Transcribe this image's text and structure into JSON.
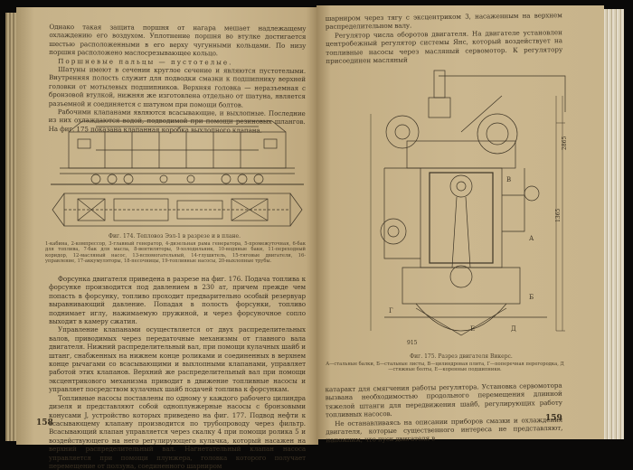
{
  "left_page": {
    "paragraphs_top": [
      "Однако такая защита поршня от нагара мешает надлежащему охлаждению его воздухом. Уплотнение поршня во втулке достигается шестью расположенными в его верху чугунными кольцами. По низу поршня расположено маслосрезывающее кольцо.",
      "Поршневые пальцы — пустотелые.",
      "Шатуны имеют в сечении круглое сечение и являются пустотелыми. Внутренняя полость служит для подводки смазки к подшипнику верхней головки от мотылевых подшипников. Верхняя головка — неразъемная с бронзовой втулкой, нижняя же изготовлена отдельно от шатуна, является разъемной и соединяется с шатуном при помощи болтов.",
      "Рабочими клапанами являются всасывающие, и выхлопные. Последние из них охлаждаются водой, подводимой при помощи резиновых шлангов. На фиг. 175 показана клапанная коробка выхлопного клапана."
    ],
    "figure_caption": "Фиг. 174. Тепловоз Ээл-1 в разрезе и в плане.",
    "figure_legend": "1-кабина, 2-компрессор, 3-главный генератор, 4-дизельная рама генератора, 5-промежуточная, 6-бак для топлива, 7-бак для масла, 8-вентиляторы, 9-холодильник, 10-водяные баки, 11-переходный коридор, 12-масляный насос, 13-вспомогательный, 14-глушитель, 15-тяговые двигатели, 16-управление, 17-аккумуляторы, 18-песочницы, 19-топливные насосы, 20-выхлопные трубы.",
    "paragraphs_bottom": [
      "Форсунка двигателя приведена в разрезе на фиг. 176. Подача топлива к форсунке производится под давлением в 230 ат, причем прежде чем попасть в форсунку, топливо проходит предварительно особый резервуар выравнивающий давление. Попадая в полость форсунки, топливо поднимает иглу, нажимаемую пружиной, и через форсуночное сопло выходит в камеру сжатия.",
      "Управление клапанами осуществляется от двух распределительных валов, приводимых через передаточные механизмы от главного вала двигателя. Нижний распределительный вал, при помощи кулачных шайб и штанг, снабженных на нижнем конце роликами и соединенных в верхнем конце рычагами со всасывающими и выхлопными клапанами, управляет работой этих клапанов. Верхний же распределительный вал при помощи эксцентрикового механизма приводит в движение топливные насосы и управляет посредством кулачных шайб подачей топлива к форсункам.",
      "Топливные насосы поставлены по одному у каждого рабочего цилиндра дизеля и представляют собой одноплунжерные насосы с бронзовыми конусами J, устройство которых приведено на фиг. 177. Подвод нефти к всасывающему клапану производится по трубопроводу через фильтр. Всасывающий клапан управляется через скалку 4 при помощи ролика 5 и воздействующего на него регулирующего кулачка, который насажен на верхний распределительный вал. Нагнетательный клапан насоса управляется при помощи плунжера, головка которого получает перемещение от ползуна, соединенного шарниром"
    ],
    "page_number": "158"
  },
  "right_page": {
    "paragraphs_top": [
      "шарниром через тягу с эксцентриком 3, насаженным на верхнем распределительном валу.",
      "Регулятор числа оборотов двигателя. На двигателе установлен центробежный регулятор системы Янс, который воздействует на топливные насосы через масляный сервомотор. К регулятору присоединен масляный"
    ],
    "figure_caption": "Фиг. 175. Разрез двигателя Викерс.",
    "figure_legend": "А—стальные балки, Б—стальные листы, В—цилиндровая плита, Г—поперечная перегородка, Д—стяжные болты, Е—коренные подшипники.",
    "figure_labels": [
      "А",
      "Б",
      "В",
      "Г",
      "Д",
      "Е",
      "1365",
      "2865",
      "915"
    ],
    "paragraphs_bottom": [
      "катаракт для смягчения работы регулятора. Установка сервомотора вызвана необходимостью продольного перемещения длинной тяжелой штанги для передвижения шайб, регулирующих работу топливных насосов.",
      "Не останавливаясь на описании приборов смазки и охлаждения двигателя, которые существенного интереса не представляют, напомним, что пуск двигателя в"
    ],
    "page_number": "159"
  }
}
